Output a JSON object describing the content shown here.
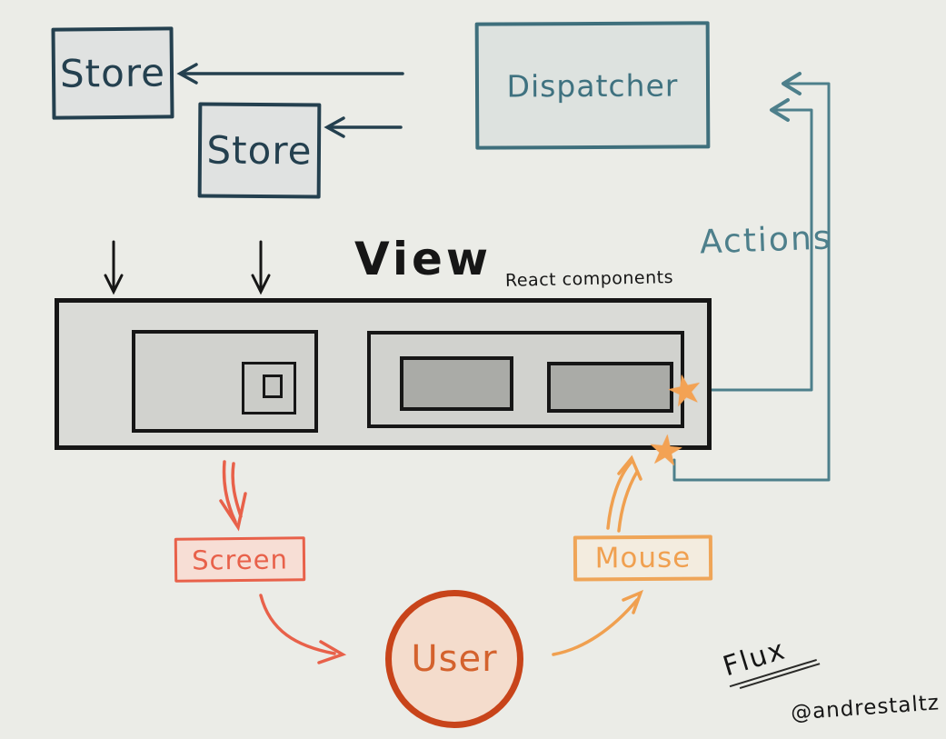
{
  "diagram": {
    "store1": "Store",
    "store2": "Store",
    "dispatcher": "Dispatcher",
    "view": "View",
    "view_sub": "React components",
    "actions": "Actions",
    "screen": "Screen",
    "mouse": "Mouse",
    "user": "User",
    "title": "Flux",
    "handle": "@andrestaltz",
    "star_glyph": "★"
  },
  "colors": {
    "background": "#ebece7",
    "ink_black": "#161616",
    "store_navy": "#24404f",
    "dispatcher_teal": "#3f7280",
    "action_line_teal": "#4d7f8b",
    "screen_red": "#e8614a",
    "mouse_orange": "#f0a050",
    "star_orange": "#f3a254",
    "user_border_red": "#c8441a",
    "user_fill": "#f4dccc",
    "view_fill": "#dadbd7",
    "component_fill": "#aaaba7"
  }
}
